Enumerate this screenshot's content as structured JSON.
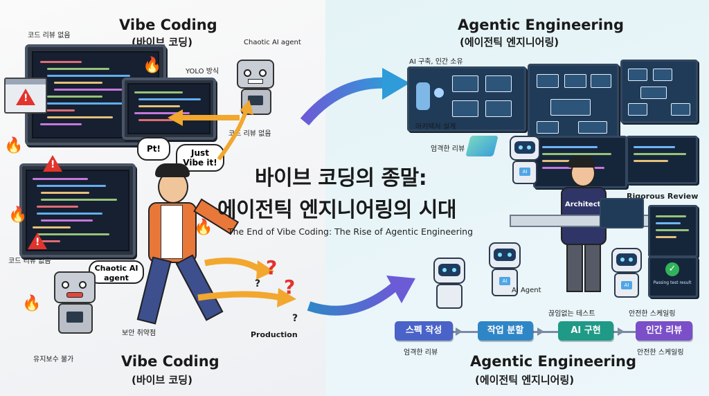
{
  "main_title": {
    "ko_line1": "바이브 코딩의 종말:",
    "ko_line2": "에이전틱 엔지니어링의 시대",
    "en": "The End of Vibe Coding: The Rise of Agentic Engineering"
  },
  "left": {
    "heading_top_en": "Vibe Coding",
    "heading_top_ko": "(바이브 코딩)",
    "heading_bottom_en": "Vibe Coding",
    "heading_bottom_ko": "(바이브 코딩)",
    "labels": {
      "no_review_top": "코드 리뷰 없음",
      "chaotic_agent_top": "Chaotic AI agent",
      "yolo": "YOLO 방식",
      "no_review_mid": "코드 리뷰 없음",
      "no_review_left": "코드 리뷰 없음",
      "chaotic_agent_bottom_1": "Chaotic AI",
      "chaotic_agent_bottom_2": "agent",
      "security": "보안 취약점",
      "maintenance": "유지보수 불가",
      "production": "Production"
    },
    "bubbles": {
      "pt": "Pt!",
      "just_vibe_1": "Just",
      "just_vibe_2": "Vibe it!"
    },
    "question_marks": [
      "?",
      "?",
      "?",
      "?"
    ]
  },
  "right": {
    "heading_top_en": "Agentic Engineering",
    "heading_top_ko": "(에이전틱 엔지니어링)",
    "heading_bottom_en": "Agentic Engineering",
    "heading_bottom_ko": "(에이전틱 엔지니어링)",
    "labels": {
      "ai_build": "AI 구축, 인간 소유",
      "architecture": "아키텍처 설계",
      "rigorous_review_ko": "엄격한 리뷰",
      "rigorous_review_en": "Rigorous Review",
      "architect": "Architect",
      "ai_agent": "AI Agent",
      "continuous_test": "끊임없는 테스트",
      "safe_scaling_top": "안전한 스케일링",
      "pipeline_caption_left": "엄격한 리뷰",
      "pipeline_caption_right": "안전한 스케일링",
      "robot_chip": "AI",
      "test_result": "Passing test result"
    },
    "pipeline": [
      {
        "label": "스펙 작성",
        "color": "#4a63c9"
      },
      {
        "label": "작업 분할",
        "color": "#2f86c7"
      },
      {
        "label": "AI 구현",
        "color": "#1f9a86"
      },
      {
        "label": "인간 리뷰",
        "color": "#7a4fc7"
      }
    ]
  },
  "icons": [
    "warning-icon",
    "flame-icon",
    "check-icon",
    "database-icon",
    "person-icon",
    "arrow-icon"
  ]
}
